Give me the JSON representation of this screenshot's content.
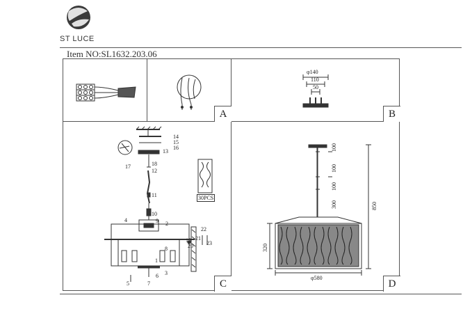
{
  "brand": {
    "name": "ST LUCE"
  },
  "item": {
    "number": "Item NO:SL1632.203.06"
  },
  "panels": {
    "A": {
      "label": "A"
    },
    "B": {
      "label": "B",
      "dims": [
        "φ140",
        "110",
        "50"
      ]
    },
    "C": {
      "label": "C",
      "crystal_count": "30PCS",
      "parts": [
        "14",
        "15",
        "16",
        "13",
        "17",
        "18",
        "12",
        "11",
        "10",
        "9",
        "1",
        "2",
        "3",
        "4",
        "5",
        "6",
        "7",
        "8",
        "19",
        "20",
        "21",
        "22",
        "23"
      ]
    },
    "D": {
      "label": "D",
      "dims": {
        "rod1": "100",
        "rod2": "100",
        "rod3": "100",
        "chain": "300",
        "height": "850",
        "body": "320",
        "diameter": "φ580"
      }
    }
  },
  "colors": {
    "line": "#555555",
    "drawing": "#333333"
  }
}
